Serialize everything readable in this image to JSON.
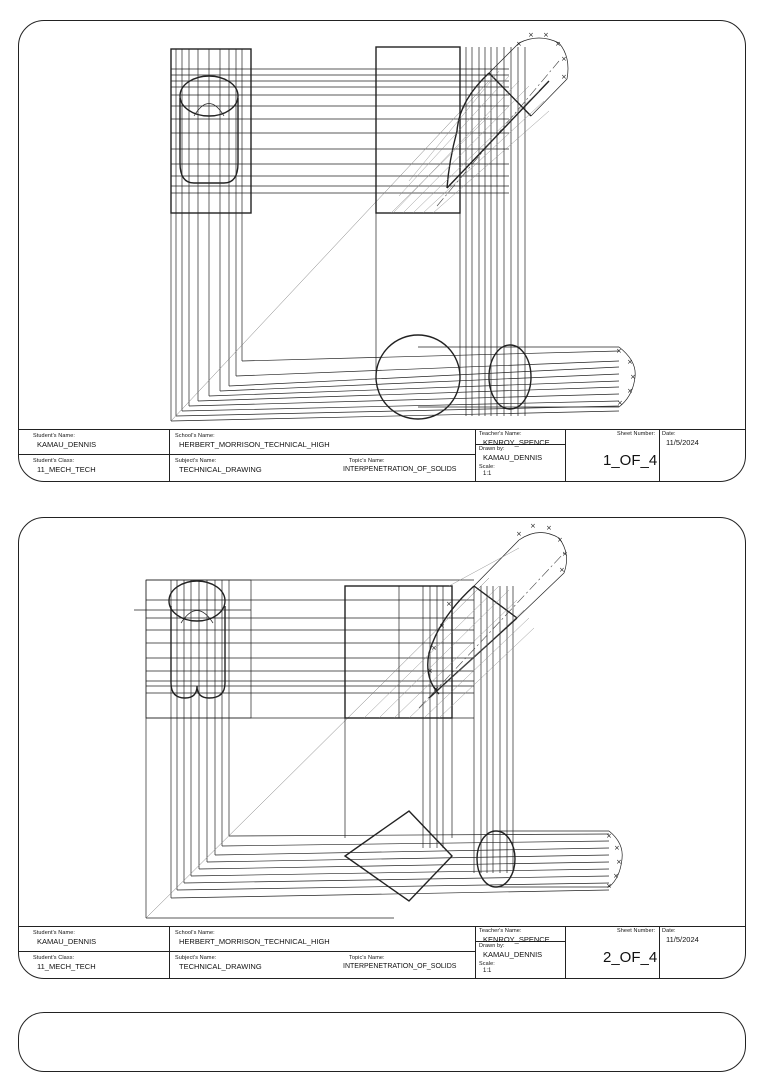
{
  "sheets": [
    {
      "student_name_label": "Student's Name:",
      "student_name": "KAMAU_DENNIS",
      "student_class_label": "Student's Class:",
      "student_class": "11_MECH_TECH",
      "school_name_label": "School's Name:",
      "school_name": "HERBERT_MORRISON_TECHNICAL_HIGH",
      "subject_label": "Subject's Name:",
      "subject": "TECHNICAL_DRAWING",
      "topic_label": "Topic's Name:",
      "topic": "INTERPENETRATION_OF_SOLIDS",
      "teacher_label": "Teacher's Name:",
      "teacher": "KENROY_SPENCE",
      "drawn_by_label": "Drawn by:",
      "drawn_by": "KAMAU_DENNIS",
      "scale_label": "Scale:",
      "scale": "1:1",
      "sheet_number_label": "Sheet Number:",
      "sheet_number": "1_OF_4",
      "date_label": "Date:",
      "date": "11/5/2024"
    },
    {
      "student_name_label": "Student's Name:",
      "student_name": "KAMAU_DENNIS",
      "student_class_label": "Student's Class:",
      "student_class": "11_MECH_TECH",
      "school_name_label": "School's Name:",
      "school_name": "HERBERT_MORRISON_TECHNICAL_HIGH",
      "subject_label": "Subject's Name:",
      "subject": "TECHNICAL_DRAWING",
      "topic_label": "Topic's Name:",
      "topic": "INTERPENETRATION_OF_SOLIDS",
      "teacher_label": "Teacher's Name:",
      "teacher": "KENROY_SPENCE",
      "drawn_by_label": "Drawn by:",
      "drawn_by": "KAMAU_DENNIS",
      "scale_label": "Scale:",
      "scale": "1:1",
      "sheet_number_label": "Sheet Number:",
      "sheet_number": "2_OF_4",
      "date_label": "Date:",
      "date": "11/5/2024"
    }
  ],
  "marks": {
    "division_mark": "×"
  }
}
